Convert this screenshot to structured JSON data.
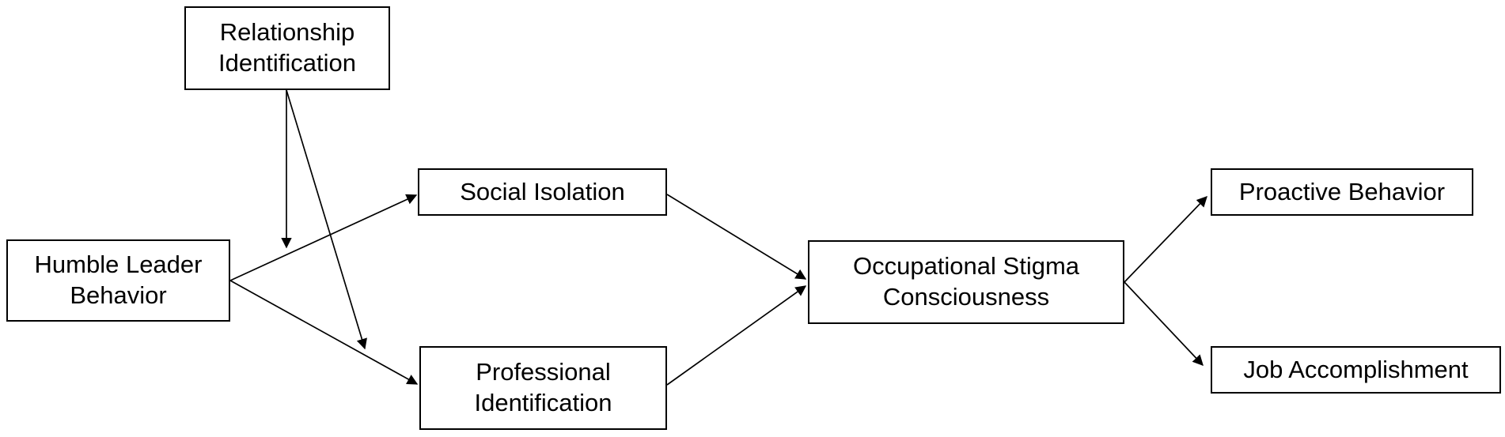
{
  "diagram": {
    "type": "path-model",
    "nodes": {
      "relationship_identification": {
        "label": "Relationship Identification"
      },
      "humble_leader_behavior": {
        "label": "Humble Leader Behavior"
      },
      "social_isolation": {
        "label": "Social Isolation"
      },
      "professional_identification": {
        "label": "Professional Identification"
      },
      "occupational_stigma_consciousness": {
        "label": "Occupational Stigma Consciousness"
      },
      "proactive_behavior": {
        "label": "Proactive Behavior"
      },
      "job_accomplishment": {
        "label": "Job Accomplishment"
      }
    },
    "edges": [
      {
        "from": "humble_leader_behavior",
        "to": "social_isolation",
        "style": "arrow"
      },
      {
        "from": "humble_leader_behavior",
        "to": "professional_identification",
        "style": "arrow"
      },
      {
        "from": "relationship_identification",
        "to": "path:humble_leader_behavior->social_isolation",
        "style": "moderation-arrow"
      },
      {
        "from": "relationship_identification",
        "to": "path:humble_leader_behavior->professional_identification",
        "style": "moderation-arrow"
      },
      {
        "from": "social_isolation",
        "to": "occupational_stigma_consciousness",
        "style": "arrow"
      },
      {
        "from": "professional_identification",
        "to": "occupational_stigma_consciousness",
        "style": "arrow"
      },
      {
        "from": "occupational_stigma_consciousness",
        "to": "proactive_behavior",
        "style": "arrow"
      },
      {
        "from": "occupational_stigma_consciousness",
        "to": "job_accomplishment",
        "style": "arrow"
      }
    ],
    "colors": {
      "background": "#ffffff",
      "box_fill": "#ffffff",
      "box_border": "#000000",
      "line": "#000000",
      "text": "#000000"
    }
  }
}
